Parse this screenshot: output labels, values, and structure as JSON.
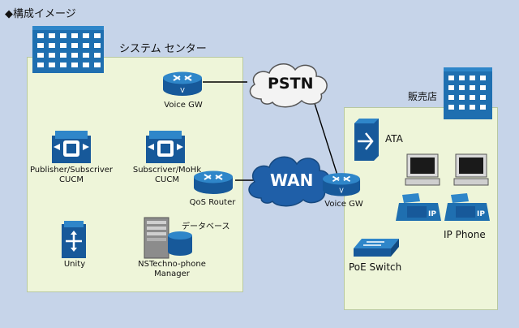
{
  "header": {
    "title": "◆構成イメージ"
  },
  "sites": {
    "system_center": {
      "title": "システム センター"
    },
    "store": {
      "title": "販売店"
    }
  },
  "clouds": {
    "pstn": "PSTN",
    "wan": "WAN"
  },
  "devices": {
    "voice_gw_center": "Voice GW",
    "publisher_cucm": [
      "Publisher/Subscriver",
      "CUCM"
    ],
    "subscriver_mohk_cucm": [
      "Subscriver/MoHk",
      "CUCM"
    ],
    "qos_router": "QoS Router",
    "database": "データベース",
    "unity": "Unity",
    "nstechno_manager": [
      "NSTechno-phone",
      "Manager"
    ],
    "ata": "ATA",
    "voice_gw_store": "Voice GW",
    "ip_phone": "IP Phone",
    "poe_switch": "PoE Switch",
    "ip_badge": "IP"
  },
  "colors": {
    "device_blue": "#1f6fb0",
    "cloud_blue": "#1f5fa8",
    "zone_fill": "#eef5d9",
    "background": "#c6d4e9"
  }
}
